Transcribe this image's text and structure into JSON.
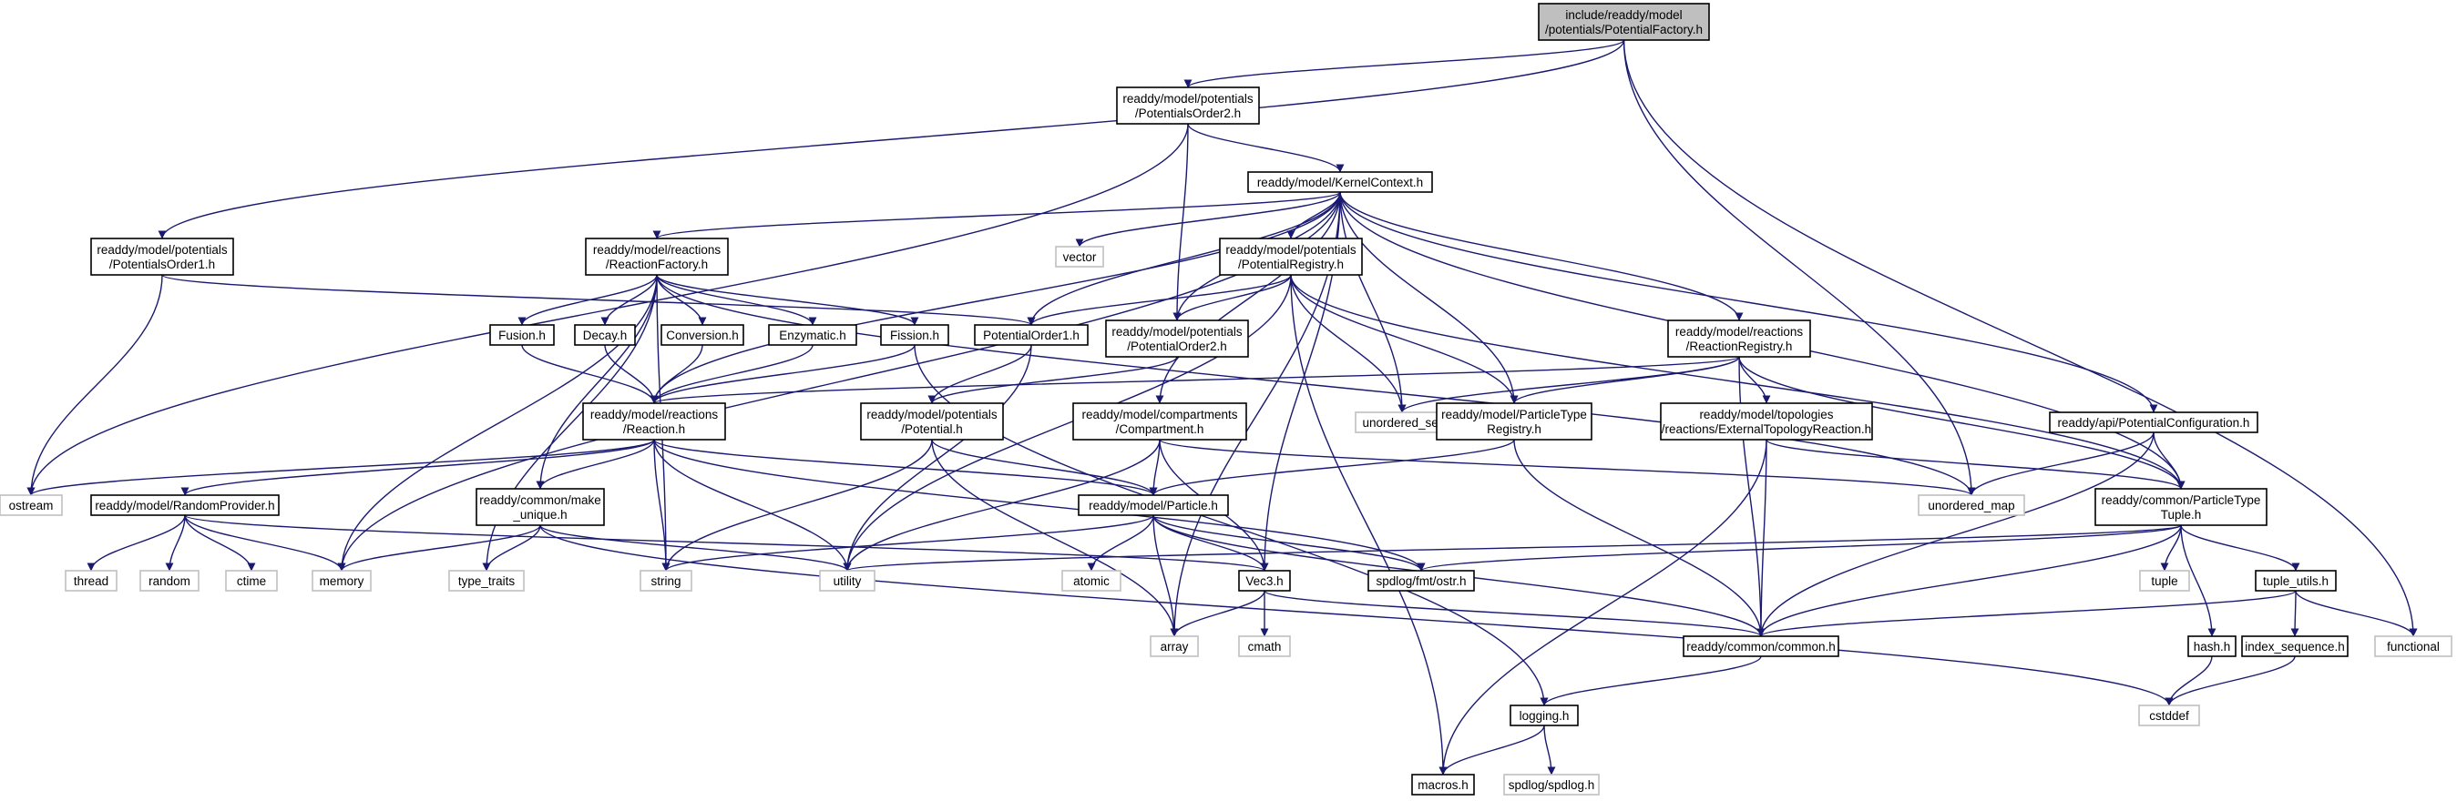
{
  "graph": {
    "type": "include-dependency-graph",
    "nodes": [
      {
        "id": "PotentialFactory_h",
        "label": [
          "include/readdy/model",
          "/potentials/PotentialFactory.h"
        ],
        "root": true
      },
      {
        "id": "PotentialsOrder2_h_top",
        "label": [
          "readdy/model/potentials",
          "/PotentialsOrder2.h"
        ]
      },
      {
        "id": "PotentialsOrder1_h",
        "label": [
          "readdy/model/potentials",
          "/PotentialsOrder1.h"
        ]
      },
      {
        "id": "KernelContext_h",
        "label": [
          "readdy/model/KernelContext.h"
        ]
      },
      {
        "id": "ReactionFactory_h",
        "label": [
          "readdy/model/reactions",
          "/ReactionFactory.h"
        ]
      },
      {
        "id": "vector",
        "label": [
          "vector"
        ],
        "external": true
      },
      {
        "id": "PotentialRegistry_h",
        "label": [
          "readdy/model/potentials",
          "/PotentialRegistry.h"
        ]
      },
      {
        "id": "Fusion_h",
        "label": [
          "Fusion.h"
        ]
      },
      {
        "id": "Decay_h",
        "label": [
          "Decay.h"
        ]
      },
      {
        "id": "Conversion_h",
        "label": [
          "Conversion.h"
        ]
      },
      {
        "id": "Enzymatic_h",
        "label": [
          "Enzymatic.h"
        ]
      },
      {
        "id": "Fission_h",
        "label": [
          "Fission.h"
        ]
      },
      {
        "id": "PotentialOrder1_h",
        "label": [
          "PotentialOrder1.h"
        ]
      },
      {
        "id": "PotentialOrder2_h",
        "label": [
          "readdy/model/potentials",
          "/PotentialOrder2.h"
        ]
      },
      {
        "id": "ReactionRegistry_h",
        "label": [
          "readdy/model/reactions",
          "/ReactionRegistry.h"
        ]
      },
      {
        "id": "Reaction_h",
        "label": [
          "readdy/model/reactions",
          "/Reaction.h"
        ]
      },
      {
        "id": "Potential_h",
        "label": [
          "readdy/model/potentials",
          "/Potential.h"
        ]
      },
      {
        "id": "Compartment_h",
        "label": [
          "readdy/model/compartments",
          "/Compartment.h"
        ]
      },
      {
        "id": "unordered_set",
        "label": [
          "unordered_set"
        ],
        "external": true
      },
      {
        "id": "ParticleTypeRegistry_h",
        "label": [
          "readdy/model/ParticleType",
          "Registry.h"
        ]
      },
      {
        "id": "ExternalTopologyReaction_h",
        "label": [
          "readdy/model/topologies",
          "/reactions/ExternalTopologyReaction.h"
        ]
      },
      {
        "id": "PotentialConfiguration_h",
        "label": [
          "readdy/api/PotentialConfiguration.h"
        ]
      },
      {
        "id": "ostream",
        "label": [
          "ostream"
        ],
        "external": true
      },
      {
        "id": "RandomProvider_h",
        "label": [
          "readdy/model/RandomProvider.h"
        ]
      },
      {
        "id": "make_unique_h",
        "label": [
          "readdy/common/make",
          "_unique.h"
        ]
      },
      {
        "id": "Particle_h",
        "label": [
          "readdy/model/Particle.h"
        ]
      },
      {
        "id": "unordered_map",
        "label": [
          "unordered_map"
        ],
        "external": true
      },
      {
        "id": "ParticleTypeTuple_h",
        "label": [
          "readdy/common/ParticleType",
          "Tuple.h"
        ]
      },
      {
        "id": "thread",
        "label": [
          "thread"
        ],
        "external": true
      },
      {
        "id": "random",
        "label": [
          "random"
        ],
        "external": true
      },
      {
        "id": "ctime",
        "label": [
          "ctime"
        ],
        "external": true
      },
      {
        "id": "memory",
        "label": [
          "memory"
        ],
        "external": true
      },
      {
        "id": "type_traits",
        "label": [
          "type_traits"
        ],
        "external": true
      },
      {
        "id": "string",
        "label": [
          "string"
        ],
        "external": true
      },
      {
        "id": "utility",
        "label": [
          "utility"
        ],
        "external": true
      },
      {
        "id": "atomic",
        "label": [
          "atomic"
        ],
        "external": true
      },
      {
        "id": "Vec3_h",
        "label": [
          "Vec3.h"
        ]
      },
      {
        "id": "spdlog_fmt_ostr_h",
        "label": [
          "spdlog/fmt/ostr.h"
        ]
      },
      {
        "id": "tuple",
        "label": [
          "tuple"
        ],
        "external": true
      },
      {
        "id": "tuple_utils_h",
        "label": [
          "tuple_utils.h"
        ]
      },
      {
        "id": "array",
        "label": [
          "array"
        ],
        "external": true
      },
      {
        "id": "cmath",
        "label": [
          "cmath"
        ],
        "external": true
      },
      {
        "id": "common_h",
        "label": [
          "readdy/common/common.h"
        ]
      },
      {
        "id": "hash_h",
        "label": [
          "hash.h"
        ]
      },
      {
        "id": "index_sequence_h",
        "label": [
          "index_sequence.h"
        ]
      },
      {
        "id": "functional",
        "label": [
          "functional"
        ],
        "external": true
      },
      {
        "id": "cstddef",
        "label": [
          "cstddef"
        ],
        "external": true
      },
      {
        "id": "logging_h",
        "label": [
          "logging.h"
        ]
      },
      {
        "id": "macros_h",
        "label": [
          "macros.h"
        ]
      },
      {
        "id": "spdlog_h",
        "label": [
          "spdlog/spdlog.h"
        ],
        "external": true
      }
    ],
    "edges": [
      [
        "PotentialFactory_h",
        "PotentialsOrder2_h_top"
      ],
      [
        "PotentialFactory_h",
        "PotentialsOrder1_h"
      ],
      [
        "PotentialFactory_h",
        "unordered_map"
      ],
      [
        "PotentialFactory_h",
        "functional"
      ],
      [
        "PotentialsOrder2_h_top",
        "ostream"
      ],
      [
        "PotentialsOrder2_h_top",
        "KernelContext_h"
      ],
      [
        "PotentialsOrder2_h_top",
        "PotentialOrder2_h"
      ],
      [
        "PotentialsOrder1_h",
        "ostream"
      ],
      [
        "PotentialsOrder1_h",
        "PotentialOrder1_h"
      ],
      [
        "KernelContext_h",
        "ReactionFactory_h"
      ],
      [
        "KernelContext_h",
        "vector"
      ],
      [
        "KernelContext_h",
        "PotentialRegistry_h"
      ],
      [
        "KernelContext_h",
        "PotentialOrder1_h"
      ],
      [
        "KernelContext_h",
        "PotentialOrder2_h"
      ],
      [
        "KernelContext_h",
        "ReactionRegistry_h"
      ],
      [
        "KernelContext_h",
        "Reaction_h"
      ],
      [
        "KernelContext_h",
        "Compartment_h"
      ],
      [
        "KernelContext_h",
        "unordered_set"
      ],
      [
        "KernelContext_h",
        "ParticleTypeRegistry_h"
      ],
      [
        "KernelContext_h",
        "PotentialConfiguration_h"
      ],
      [
        "KernelContext_h",
        "ParticleTypeTuple_h"
      ],
      [
        "KernelContext_h",
        "memory"
      ],
      [
        "KernelContext_h",
        "Vec3_h"
      ],
      [
        "KernelContext_h",
        "array"
      ],
      [
        "ReactionFactory_h",
        "Fusion_h"
      ],
      [
        "ReactionFactory_h",
        "Decay_h"
      ],
      [
        "ReactionFactory_h",
        "Conversion_h"
      ],
      [
        "ReactionFactory_h",
        "Enzymatic_h"
      ],
      [
        "ReactionFactory_h",
        "Fission_h"
      ],
      [
        "ReactionFactory_h",
        "make_unique_h"
      ],
      [
        "ReactionFactory_h",
        "unordered_map"
      ],
      [
        "ReactionFactory_h",
        "type_traits"
      ],
      [
        "ReactionFactory_h",
        "string"
      ],
      [
        "ReactionFactory_h",
        "memory"
      ],
      [
        "PotentialRegistry_h",
        "PotentialOrder1_h"
      ],
      [
        "PotentialRegistry_h",
        "PotentialOrder2_h"
      ],
      [
        "PotentialRegistry_h",
        "unordered_set"
      ],
      [
        "PotentialRegistry_h",
        "ParticleTypeRegistry_h"
      ],
      [
        "PotentialRegistry_h",
        "ParticleTypeTuple_h"
      ],
      [
        "PotentialRegistry_h",
        "macros_h"
      ],
      [
        "PotentialRegistry_h",
        "utility"
      ],
      [
        "Fusion_h",
        "Reaction_h"
      ],
      [
        "Decay_h",
        "Reaction_h"
      ],
      [
        "Conversion_h",
        "Reaction_h"
      ],
      [
        "Enzymatic_h",
        "Reaction_h"
      ],
      [
        "Fission_h",
        "Reaction_h"
      ],
      [
        "Fission_h",
        "logging_h"
      ],
      [
        "PotentialOrder1_h",
        "Potential_h"
      ],
      [
        "PotentialOrder1_h",
        "utility"
      ],
      [
        "PotentialOrder2_h",
        "Potential_h"
      ],
      [
        "ReactionRegistry_h",
        "Reaction_h"
      ],
      [
        "ReactionRegistry_h",
        "unordered_set"
      ],
      [
        "ReactionRegistry_h",
        "ParticleTypeRegistry_h"
      ],
      [
        "ReactionRegistry_h",
        "ExternalTopologyReaction_h"
      ],
      [
        "ReactionRegistry_h",
        "ParticleTypeTuple_h"
      ],
      [
        "ReactionRegistry_h",
        "common_h"
      ],
      [
        "Reaction_h",
        "ostream"
      ],
      [
        "Reaction_h",
        "RandomProvider_h"
      ],
      [
        "Reaction_h",
        "make_unique_h"
      ],
      [
        "Reaction_h",
        "Particle_h"
      ],
      [
        "Reaction_h",
        "string"
      ],
      [
        "Reaction_h",
        "utility"
      ],
      [
        "Reaction_h",
        "spdlog_fmt_ostr_h"
      ],
      [
        "Potential_h",
        "Particle_h"
      ],
      [
        "Potential_h",
        "string"
      ],
      [
        "Potential_h",
        "array"
      ],
      [
        "Compartment_h",
        "Particle_h"
      ],
      [
        "Compartment_h",
        "Vec3_h"
      ],
      [
        "Compartment_h",
        "utility"
      ],
      [
        "Compartment_h",
        "unordered_map"
      ],
      [
        "ParticleTypeRegistry_h",
        "Particle_h"
      ],
      [
        "ParticleTypeRegistry_h",
        "common_h"
      ],
      [
        "ExternalTopologyReaction_h",
        "ParticleTypeTuple_h"
      ],
      [
        "ExternalTopologyReaction_h",
        "common_h"
      ],
      [
        "ExternalTopologyReaction_h",
        "macros_h"
      ],
      [
        "PotentialConfiguration_h",
        "unordered_map"
      ],
      [
        "PotentialConfiguration_h",
        "ParticleTypeTuple_h"
      ],
      [
        "PotentialConfiguration_h",
        "common_h"
      ],
      [
        "RandomProvider_h",
        "thread"
      ],
      [
        "RandomProvider_h",
        "random"
      ],
      [
        "RandomProvider_h",
        "ctime"
      ],
      [
        "RandomProvider_h",
        "memory"
      ],
      [
        "RandomProvider_h",
        "Vec3_h"
      ],
      [
        "make_unique_h",
        "memory"
      ],
      [
        "make_unique_h",
        "type_traits"
      ],
      [
        "make_unique_h",
        "utility"
      ],
      [
        "make_unique_h",
        "cstddef"
      ],
      [
        "Particle_h",
        "string"
      ],
      [
        "Particle_h",
        "atomic"
      ],
      [
        "Particle_h",
        "Vec3_h"
      ],
      [
        "Particle_h",
        "spdlog_fmt_ostr_h"
      ],
      [
        "Particle_h",
        "array"
      ],
      [
        "Particle_h",
        "common_h"
      ],
      [
        "ParticleTypeTuple_h",
        "utility"
      ],
      [
        "ParticleTypeTuple_h",
        "spdlog_fmt_ostr_h"
      ],
      [
        "ParticleTypeTuple_h",
        "tuple"
      ],
      [
        "ParticleTypeTuple_h",
        "tuple_utils_h"
      ],
      [
        "ParticleTypeTuple_h",
        "hash_h"
      ],
      [
        "ParticleTypeTuple_h",
        "common_h"
      ],
      [
        "Vec3_h",
        "array"
      ],
      [
        "Vec3_h",
        "cmath"
      ],
      [
        "Vec3_h",
        "common_h"
      ],
      [
        "tuple_utils_h",
        "index_sequence_h"
      ],
      [
        "tuple_utils_h",
        "functional"
      ],
      [
        "tuple_utils_h",
        "common_h"
      ],
      [
        "common_h",
        "logging_h"
      ],
      [
        "hash_h",
        "cstddef"
      ],
      [
        "index_sequence_h",
        "cstddef"
      ],
      [
        "logging_h",
        "macros_h"
      ],
      [
        "logging_h",
        "spdlog_h"
      ]
    ]
  }
}
